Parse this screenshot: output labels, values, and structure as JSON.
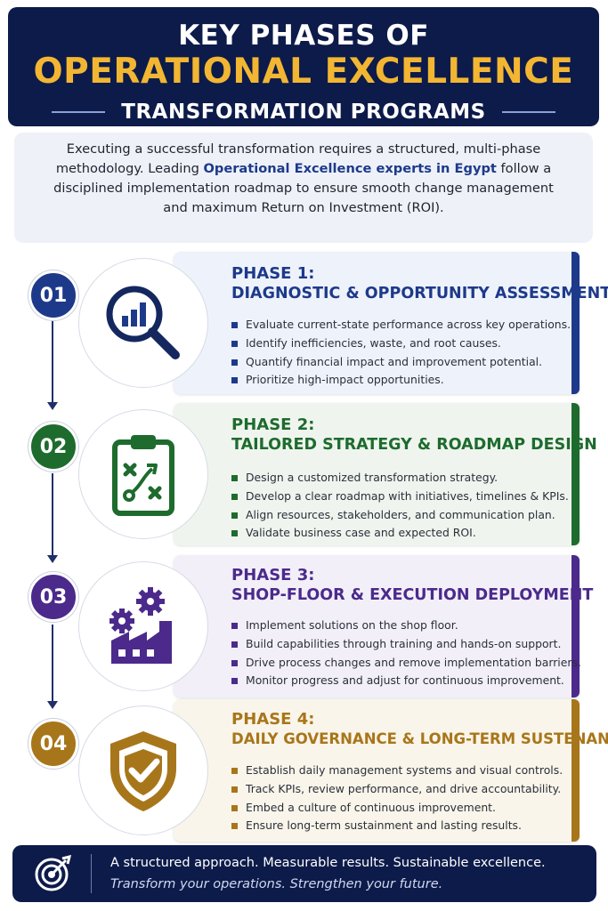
{
  "header": {
    "line1": "KEY PHASES OF",
    "line2": "OPERATIONAL EXCELLENCE",
    "line3": "TRANSFORMATION PROGRAMS"
  },
  "intro": {
    "part1": "Executing a successful transformation requires a structured, multi-phase methodology. Leading ",
    "highlight": "Operational Excellence experts in Egypt",
    "part2": " follow a disciplined implementation roadmap to ensure smooth change management and maximum Return on Investment (ROI)."
  },
  "phases": [
    {
      "number": "01",
      "title": "PHASE 1:",
      "subtitle": "DIAGNOSTIC & OPPORTUNITY ASSESSMENT",
      "icon": "magnifier-chart-icon",
      "color": "#1d3a8a",
      "bg": "#eef2fa",
      "bullets": [
        "Evaluate current-state performance across key operations.",
        "Identify inefficiencies, waste, and root causes.",
        "Quantify financial impact and improvement potential.",
        "Prioritize high-impact opportunities."
      ]
    },
    {
      "number": "02",
      "title": "PHASE 2:",
      "subtitle": "TAILORED STRATEGY & ROADMAP DESIGN",
      "icon": "clipboard-strategy-icon",
      "color": "#1e6b2e",
      "bg": "#eff5ee",
      "bullets": [
        "Design a customized transformation strategy.",
        "Develop a clear roadmap with initiatives, timelines & KPIs.",
        "Align resources, stakeholders, and communication plan.",
        "Validate business case and expected ROI."
      ]
    },
    {
      "number": "03",
      "title": "PHASE 3:",
      "subtitle": "SHOP-FLOOR & EXECUTION DEPLOYMENT",
      "icon": "factory-gears-icon",
      "color": "#4b2a8c",
      "bg": "#f2eff8",
      "bullets": [
        "Implement solutions on the shop floor.",
        "Build capabilities through training and hands-on support.",
        "Drive process changes and remove implementation barriers.",
        "Monitor progress and adjust for continuous improvement."
      ]
    },
    {
      "number": "04",
      "title": "PHASE 4:",
      "subtitle": "DAILY GOVERNANCE & LONG-TERM SUSTENANCE",
      "icon": "shield-check-icon",
      "color": "#a8761a",
      "bg": "#faf5ea",
      "bullets": [
        "Establish daily management systems and visual controls.",
        "Track KPIs, review performance, and drive accountability.",
        "Embed a culture of continuous improvement.",
        "Ensure long-term sustainment and lasting results."
      ]
    }
  ],
  "footer": {
    "line1": "A structured approach. Measurable results. Sustainable excellence.",
    "line2": "Transform your operations. Strengthen your future.",
    "icon": "target-icon"
  }
}
